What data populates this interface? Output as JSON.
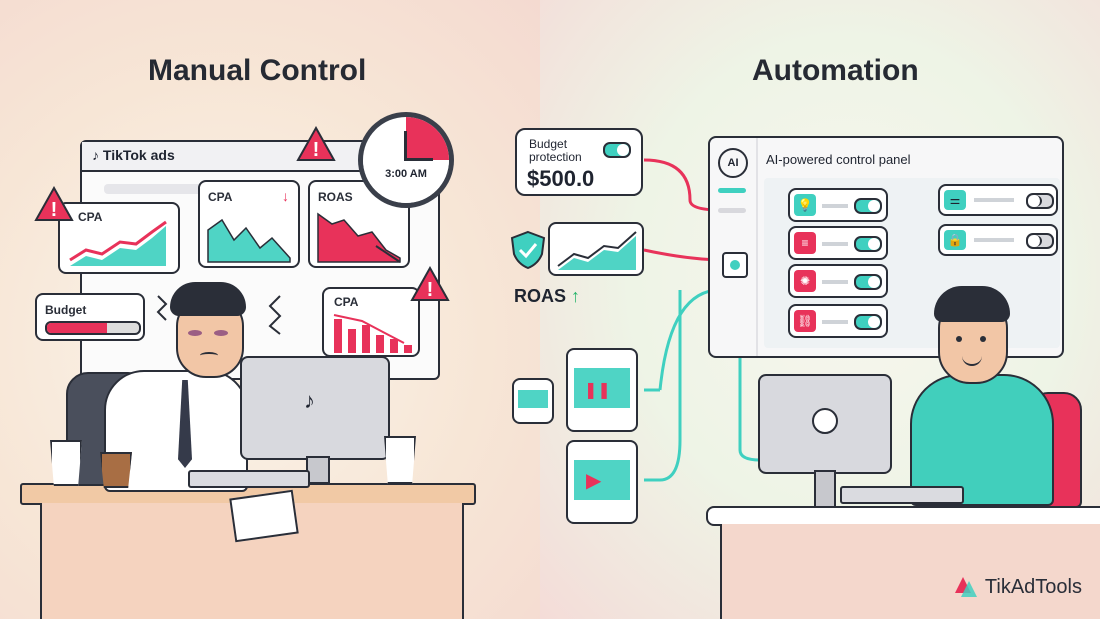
{
  "titles": {
    "left": "Manual Control",
    "right": "Automation"
  },
  "left_panel": {
    "app_name": "TikTok ads",
    "cards": [
      {
        "label": "CPA"
      },
      {
        "label": "CPA"
      },
      {
        "label": "ROAS"
      },
      {
        "label": "CPA"
      }
    ],
    "budget": {
      "label": "Budget",
      "fill": 0.65
    },
    "clock_time": "3:00 AM"
  },
  "right_panel": {
    "budget_protection": {
      "label": "Budget\nprotection",
      "value": "$500.0",
      "toggle_on": true
    },
    "roas_label": "ROAS",
    "control_panel_title": "AI-powered control panel",
    "ai_icon_text": "AI",
    "rules": [
      {
        "icon": "bulb-icon",
        "on": true
      },
      {
        "icon": "budget-icon",
        "on": true
      },
      {
        "icon": "bug-icon",
        "on": true
      },
      {
        "icon": "link-icon",
        "on": true
      }
    ],
    "settings": [
      {
        "icon": "sliders-icon",
        "on": false
      },
      {
        "icon": "lock-icon",
        "on": false
      }
    ]
  },
  "brand": {
    "name": "TikAdTools"
  },
  "colors": {
    "teal": "#3fd0c0",
    "pink": "#e8325a",
    "outline": "#2a2e38"
  }
}
